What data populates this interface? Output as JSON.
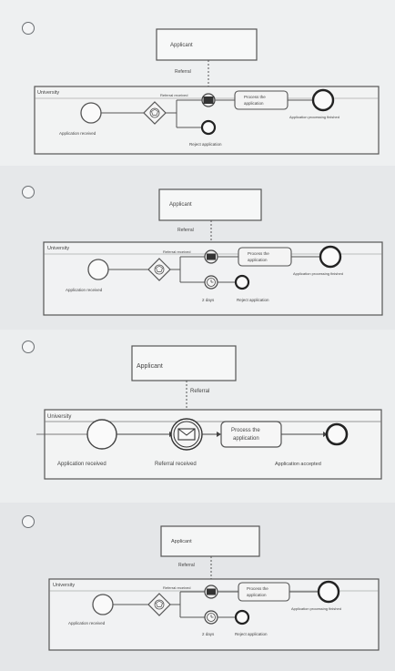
{
  "options": [
    {
      "id": "option-1",
      "applicant": "Applicant",
      "referral": "Referral",
      "university": "University",
      "application_received": "Application received",
      "referral_received": "Referral received",
      "process_task": [
        "Process the",
        "application"
      ],
      "reject": "Reject application",
      "end_label": "Application processing finished"
    },
    {
      "id": "option-2",
      "applicant": "Applicant",
      "referral": "Referral",
      "university": "University",
      "application_received": "Application received",
      "referral_received": "Referral received",
      "process_task": [
        "Process the",
        "application"
      ],
      "timer": "2 days",
      "reject": "Reject application",
      "end_label": "Application processing finished"
    },
    {
      "id": "option-3",
      "applicant": "Applicant",
      "referral": "Referral",
      "university": "University",
      "application_received": "Application received",
      "referral_received": "Referral received",
      "process_task": [
        "Process the",
        "application"
      ],
      "end_label": "Application accepted"
    },
    {
      "id": "option-4",
      "applicant": "Applicant",
      "referral": "Referral",
      "university": "University",
      "application_received": "Application received",
      "referral_received": "Referral received",
      "process_task": [
        "Process the",
        "application"
      ],
      "timer": "2 days",
      "reject": "Reject application",
      "end_label": "Application processing finished"
    }
  ]
}
